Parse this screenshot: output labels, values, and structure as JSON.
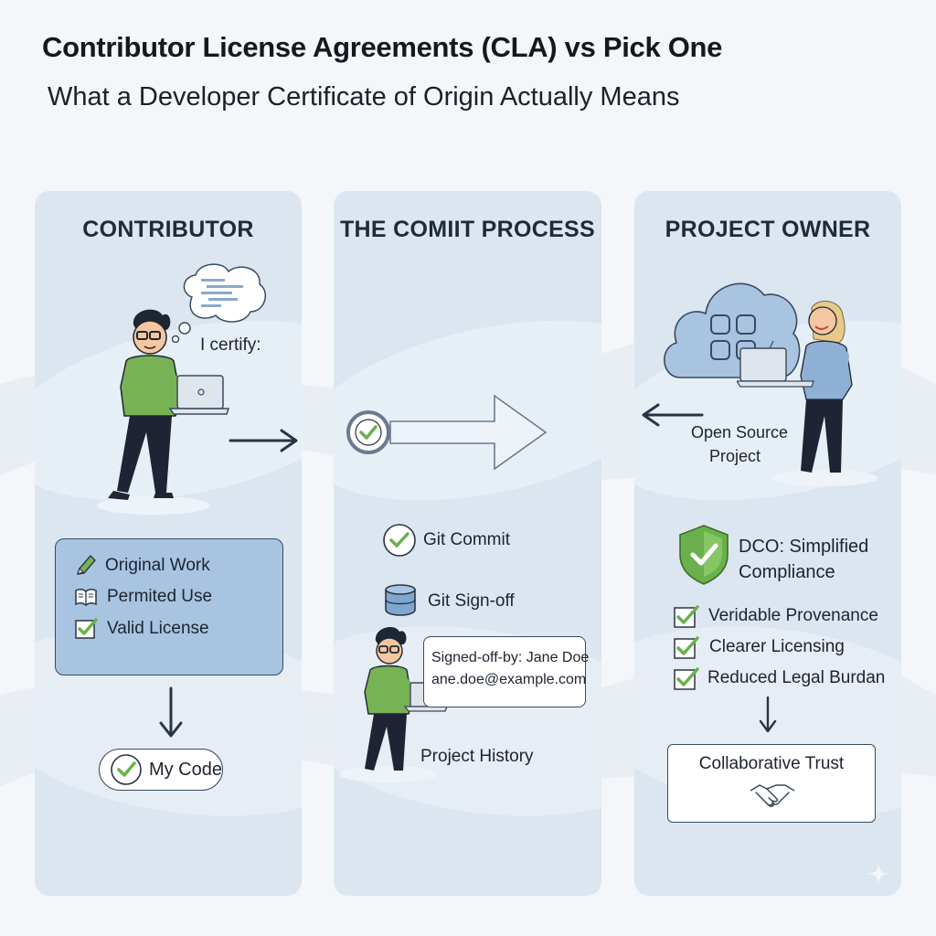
{
  "header": {
    "title": "Contributor License Agreements (CLA) vs Pick One",
    "subtitle": "What a Developer Certificate of Origin Actually Means"
  },
  "contributor": {
    "title": "CONTRIBUTOR",
    "thought_text": "I certify:",
    "checklist": [
      {
        "label": "Original Work",
        "icon": "pencil-icon"
      },
      {
        "label": "Permited Use",
        "icon": "book-icon"
      },
      {
        "label": "Valid License",
        "icon": "checkbox-icon"
      }
    ],
    "result_label": "My Code"
  },
  "commit": {
    "title": "THE COMIIT PROCESS",
    "steps": [
      {
        "label": "Git Commit",
        "icon": "check-circle-icon"
      },
      {
        "label": "Git Sign-off",
        "icon": "database-icon"
      }
    ],
    "signoff_line1": "Signed-off-by: Jane Doe",
    "signoff_line2": "ane.doe@example.com",
    "history_label": "Project History"
  },
  "owner": {
    "title": "PROJECT OWNER",
    "project_label_line1": "Open Source",
    "project_label_line2": "Project",
    "dco_line1": "DCO: Simplified",
    "dco_line2": "Compliance",
    "benefits": [
      "Veridable Provenance",
      "Clearer Licensing",
      "Reduced Legal Burdan"
    ],
    "outcome_label": "Collaborative Trust"
  },
  "colors": {
    "panel_bg": "#dbe6f1",
    "accent_green": "#6ab04c",
    "accent_blue": "#a9c4e0",
    "outline": "#3a4a5e"
  }
}
